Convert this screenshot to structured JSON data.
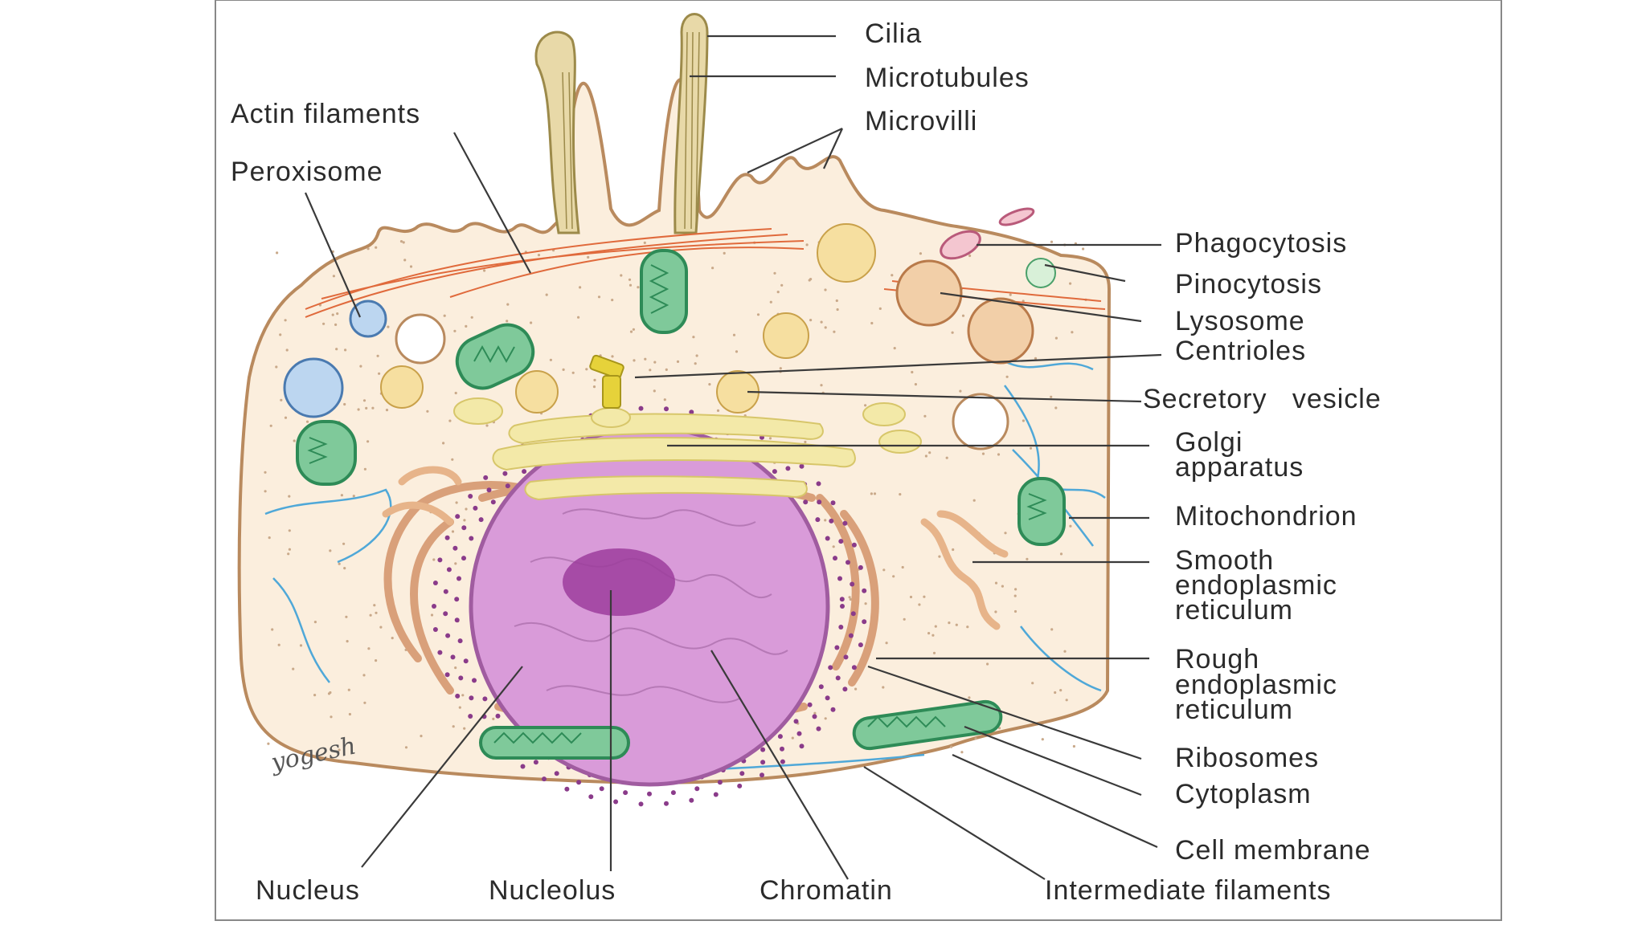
{
  "diagram": {
    "signature": "yogesh",
    "labels": {
      "cilia": "Cilia",
      "microtubules": "Microtubules",
      "microvilli": "Microvilli",
      "actin_filaments": "Actin filaments",
      "peroxisome": "Peroxisome",
      "phagocytosis": "Phagocytosis",
      "pinocytosis": "Pinocytosis",
      "lysosome": "Lysosome",
      "centrioles": "Centrioles",
      "secretory_vesicle": "Secretory   vesicle",
      "golgi_1": "Golgi",
      "golgi_2": "apparatus",
      "mitochondrion": "Mitochondrion",
      "ser_1": "Smooth",
      "ser_2": "endoplasmic",
      "ser_3": "reticulum",
      "rer_1": "Rough",
      "rer_2": "endoplasmic",
      "rer_3": "reticulum",
      "ribosomes": "Ribosomes",
      "cytoplasm": "Cytoplasm",
      "cell_membrane": "Cell membrane",
      "nucleus": "Nucleus",
      "nucleolus": "Nucleolus",
      "chromatin": "Chromatin",
      "intermediate_filaments": "Intermediate filaments"
    },
    "colors": {
      "cytoplasm": "#fbeedd",
      "membrane": "#b98a5e",
      "mitochondria": "#7fc99a",
      "mito_outline": "#2e8b57",
      "golgi": "#f3e9a8",
      "nucleus": "#d99bd9",
      "nucleolus": "#9c3d9c",
      "rer": "#f0c8a8",
      "ribosome": "#8a3b8a",
      "actin": "#e06a3c",
      "intermediate": "#4fa8d8",
      "cilia": "#b29a5a",
      "peroxisome": "#bcd6f0",
      "lysosome": "#f2cfa8"
    }
  }
}
